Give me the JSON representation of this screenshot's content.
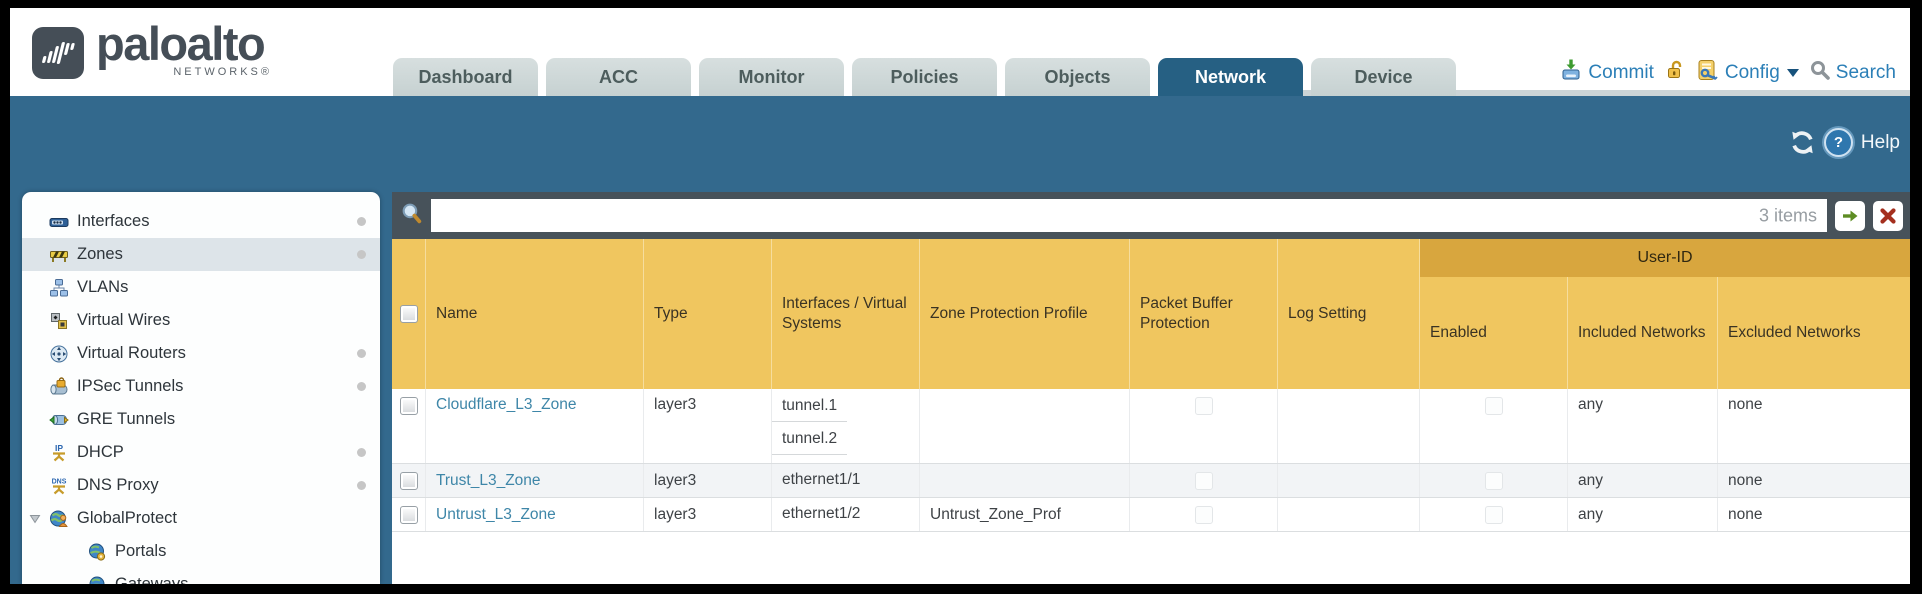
{
  "brand": {
    "logo_text": "paloalto",
    "logo_sub": "NETWORKS®"
  },
  "nav": {
    "tabs": [
      {
        "label": "Dashboard",
        "active": false
      },
      {
        "label": "ACC",
        "active": false
      },
      {
        "label": "Monitor",
        "active": false
      },
      {
        "label": "Policies",
        "active": false
      },
      {
        "label": "Objects",
        "active": false
      },
      {
        "label": "Network",
        "active": true
      },
      {
        "label": "Device",
        "active": false
      }
    ],
    "utilities": {
      "commit_label": "Commit",
      "config_label": "Config",
      "search_label": "Search"
    }
  },
  "contentbar": {
    "help_label": "Help"
  },
  "sidebar": {
    "items": [
      {
        "label": "Interfaces",
        "icon": "interfaces-icon",
        "dot": true
      },
      {
        "label": "Zones",
        "icon": "zones-icon",
        "dot": true,
        "selected": true
      },
      {
        "label": "VLANs",
        "icon": "vlans-icon"
      },
      {
        "label": "Virtual Wires",
        "icon": "virtual-wires-icon"
      },
      {
        "label": "Virtual Routers",
        "icon": "virtual-routers-icon",
        "dot": true
      },
      {
        "label": "IPSec Tunnels",
        "icon": "ipsec-tunnels-icon",
        "dot": true
      },
      {
        "label": "GRE Tunnels",
        "icon": "gre-tunnels-icon"
      },
      {
        "label": "DHCP",
        "icon": "dhcp-icon",
        "dot": true
      },
      {
        "label": "DNS Proxy",
        "icon": "dns-proxy-icon",
        "dot": true
      },
      {
        "label": "GlobalProtect",
        "icon": "globalprotect-icon",
        "expander": true
      },
      {
        "label": "Portals",
        "icon": "portals-icon",
        "indent": true
      },
      {
        "label": "Gateways",
        "icon": "gateways-icon",
        "indent": true
      }
    ]
  },
  "filterbar": {
    "search_value": "",
    "items_count": "3 items"
  },
  "table": {
    "columns": [
      "",
      "Name",
      "Type",
      "Interfaces / Virtual Systems",
      "Zone Protection Profile",
      "Packet Buffer Protection",
      "Log Setting",
      "Enabled",
      "Included Networks",
      "Excluded Networks"
    ],
    "group_header": "User-ID",
    "rows": [
      {
        "name": "Cloudflare_L3_Zone",
        "type": "layer3",
        "interfaces": [
          "tunnel.1",
          "tunnel.2"
        ],
        "zone_protection_profile": "",
        "packet_buffer_protection": false,
        "log_setting": "",
        "enabled": false,
        "included_networks": "any",
        "excluded_networks": "none"
      },
      {
        "name": "Trust_L3_Zone",
        "type": "layer3",
        "interfaces": [
          "ethernet1/1"
        ],
        "zone_protection_profile": "",
        "packet_buffer_protection": false,
        "log_setting": "",
        "enabled": false,
        "included_networks": "any",
        "excluded_networks": "none"
      },
      {
        "name": "Untrust_L3_Zone",
        "type": "layer3",
        "interfaces": [
          "ethernet1/2"
        ],
        "zone_protection_profile": "Untrust_Zone_Prof",
        "packet_buffer_protection": false,
        "log_setting": "",
        "enabled": false,
        "included_networks": "any",
        "excluded_networks": "none"
      }
    ]
  },
  "colors": {
    "teal": "#33698d",
    "active_tab": "#266083",
    "amber_header": "#f0c65f",
    "amber_band": "#d8a63e",
    "slate_bar": "#47525a",
    "link": "#3e86a8"
  }
}
